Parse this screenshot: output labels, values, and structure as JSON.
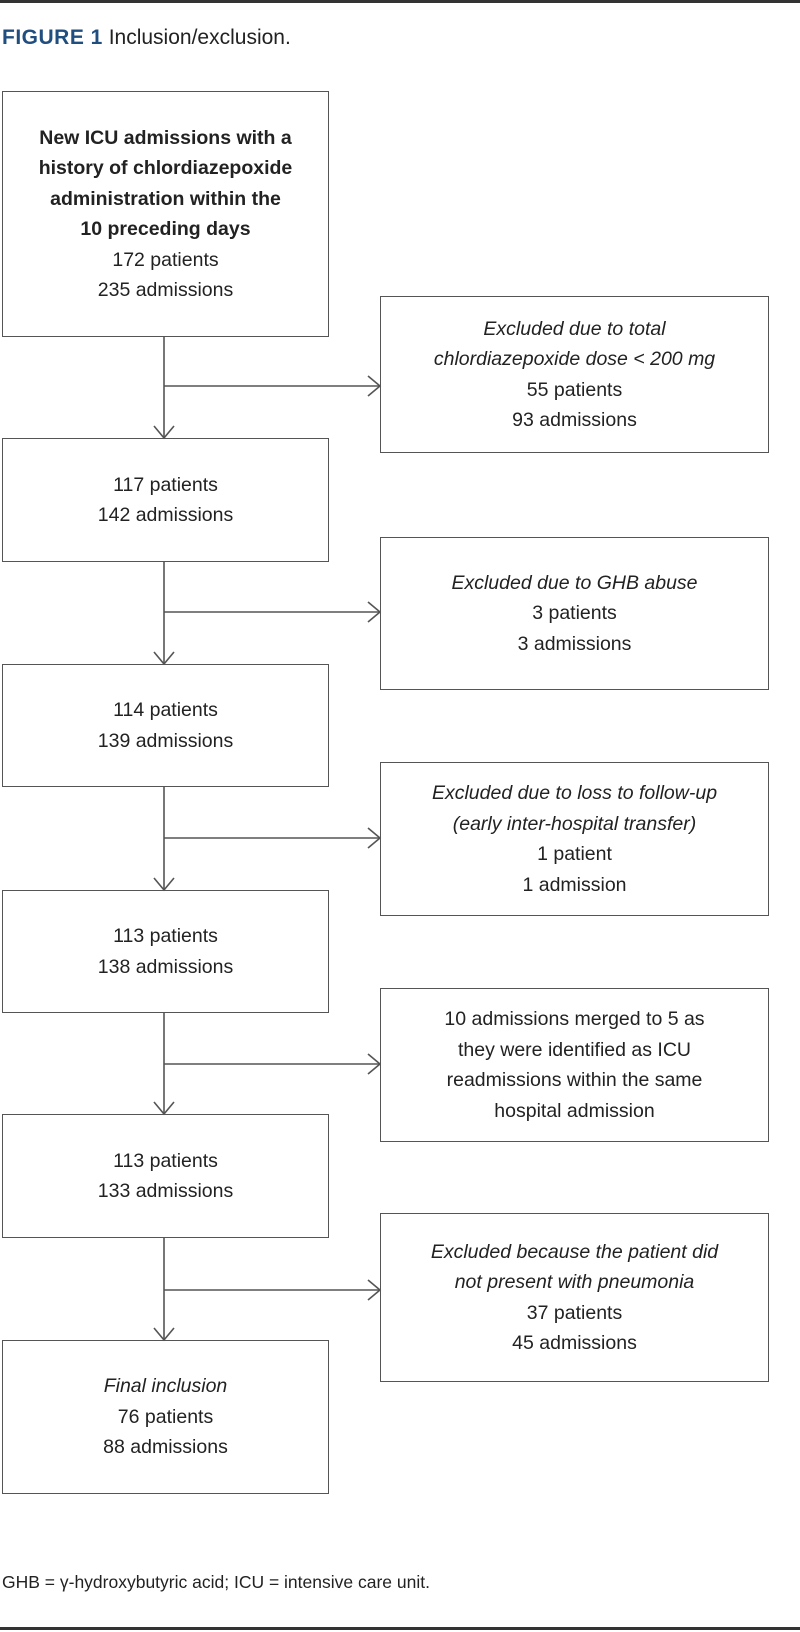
{
  "figure": {
    "label": "FIGURE 1",
    "caption": "Inclusion/exclusion."
  },
  "main_boxes": [
    {
      "lines": [
        "New ICU admissions with a",
        "history of chlordiazepoxide",
        "administration within the",
        "10 preceding days",
        "172 patients",
        "235 admissions"
      ]
    },
    {
      "lines": [
        "117 patients",
        "142 admissions"
      ]
    },
    {
      "lines": [
        "114 patients",
        "139 admissions"
      ]
    },
    {
      "lines": [
        "113 patients",
        "138 admissions"
      ]
    },
    {
      "lines": [
        "113 patients",
        "133 admissions"
      ]
    },
    {
      "lines": [
        "Final inclusion",
        "76 patients",
        "88 admissions"
      ]
    }
  ],
  "side_boxes": [
    {
      "lines": [
        "Excluded due to total",
        "chlordiazepoxide dose < 200 mg",
        "55 patients",
        "93 admissions"
      ]
    },
    {
      "lines": [
        "Excluded due to GHB abuse",
        "3 patients",
        "3 admissions"
      ]
    },
    {
      "lines": [
        "Excluded due to loss to follow-up",
        "(early inter-hospital transfer)",
        "1 patient",
        "1 admission"
      ]
    },
    {
      "lines": [
        "10 admissions merged to 5 as",
        "they were identified as ICU",
        "readmissions within the same",
        "hospital admission"
      ]
    },
    {
      "lines": [
        "Excluded because the patient did",
        "not present with pneumonia",
        "37 patients",
        "45 admissions"
      ]
    }
  ],
  "footnote": "GHB = γ-hydroxybutyric acid; ICU = intensive care unit."
}
